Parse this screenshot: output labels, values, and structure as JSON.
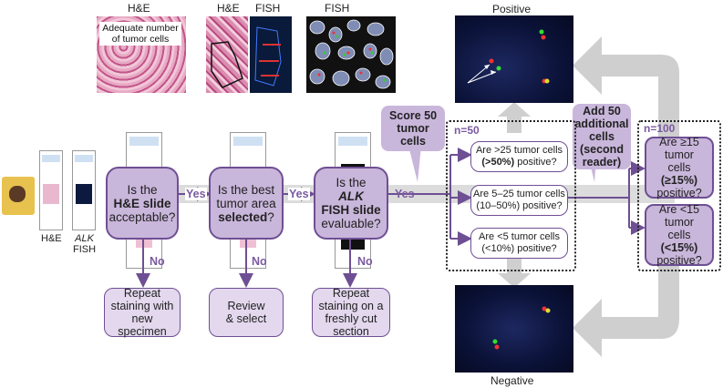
{
  "images": {
    "he_label": "H&E",
    "he_caption": "Adequate number of tumor cells",
    "he2_label": "H&E",
    "fish_label": "FISH",
    "fish2_label": "FISH",
    "positive_label": "Positive",
    "negative_label": "Negative"
  },
  "slides": {
    "he_caption": "H&E",
    "alk_caption_italic": "ALK",
    "fish_caption": "FISH"
  },
  "steps": {
    "step1": {
      "line1": "Is the",
      "bold": "H&E slide",
      "line3": "acceptable?"
    },
    "step2": {
      "line1": "Is the best",
      "line2": "tumor area",
      "bold": "selected",
      "tail": "?"
    },
    "step3": {
      "line1": "Is the",
      "bold_italic": "ALK",
      "bold_rest": "FISH slide",
      "line3": "evaluable?"
    }
  },
  "arrows": {
    "yes1": "Yes",
    "yes2": "Yes",
    "yes3": "Yes",
    "no1": "No",
    "no2": "No",
    "no3": "No"
  },
  "outcomes": {
    "o1": "Repeat staining with new specimen",
    "o2": "Review & select",
    "o3": "Repeat staining on a freshly cut section"
  },
  "score_callout": "Score 50 tumor cells",
  "add_callout": "Add 50 additional cells (second reader)",
  "n50": {
    "label": "n=50",
    "q1_line": "Are >25 tumor cells",
    "q1_bold": "(>50%)",
    "q1_tail": "positive?",
    "q2_line": "Are 5–25 tumor cells",
    "q2_line2": "(10–50%) positive?",
    "q3_line": "Are <5 tumor cells",
    "q3_line2": "(<10%) positive?"
  },
  "n100": {
    "label": "n=100",
    "q1_l1": "Are ≥15",
    "q1_l2": "tumor",
    "q1_l3": "cells",
    "q1_bold": "(≥15%)",
    "q1_l5": "positive?",
    "q2_l1": "Are <15",
    "q2_l2": "tumor",
    "q2_l3": "cells",
    "q2_bold": "(<15%)",
    "q2_l5": "positive?"
  },
  "colors": {
    "purple": "#6e4f93",
    "purple_light": "#c9b6db",
    "arrow_grey": "#d6d6d6"
  }
}
